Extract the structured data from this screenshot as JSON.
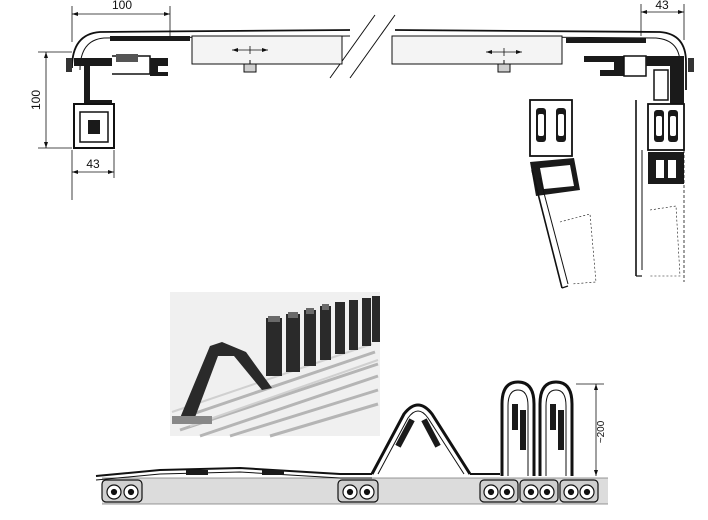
{
  "dimensions": {
    "top_left_width": "100",
    "top_right_width": "43",
    "left_height": "100",
    "left_bottom_width": "43",
    "fold_height": "~200"
  },
  "colors": {
    "line": "#111111",
    "profile": "#1a1a1a",
    "rail_fill": "#dcdcdc",
    "photo_bg": "#f2f2f2"
  }
}
